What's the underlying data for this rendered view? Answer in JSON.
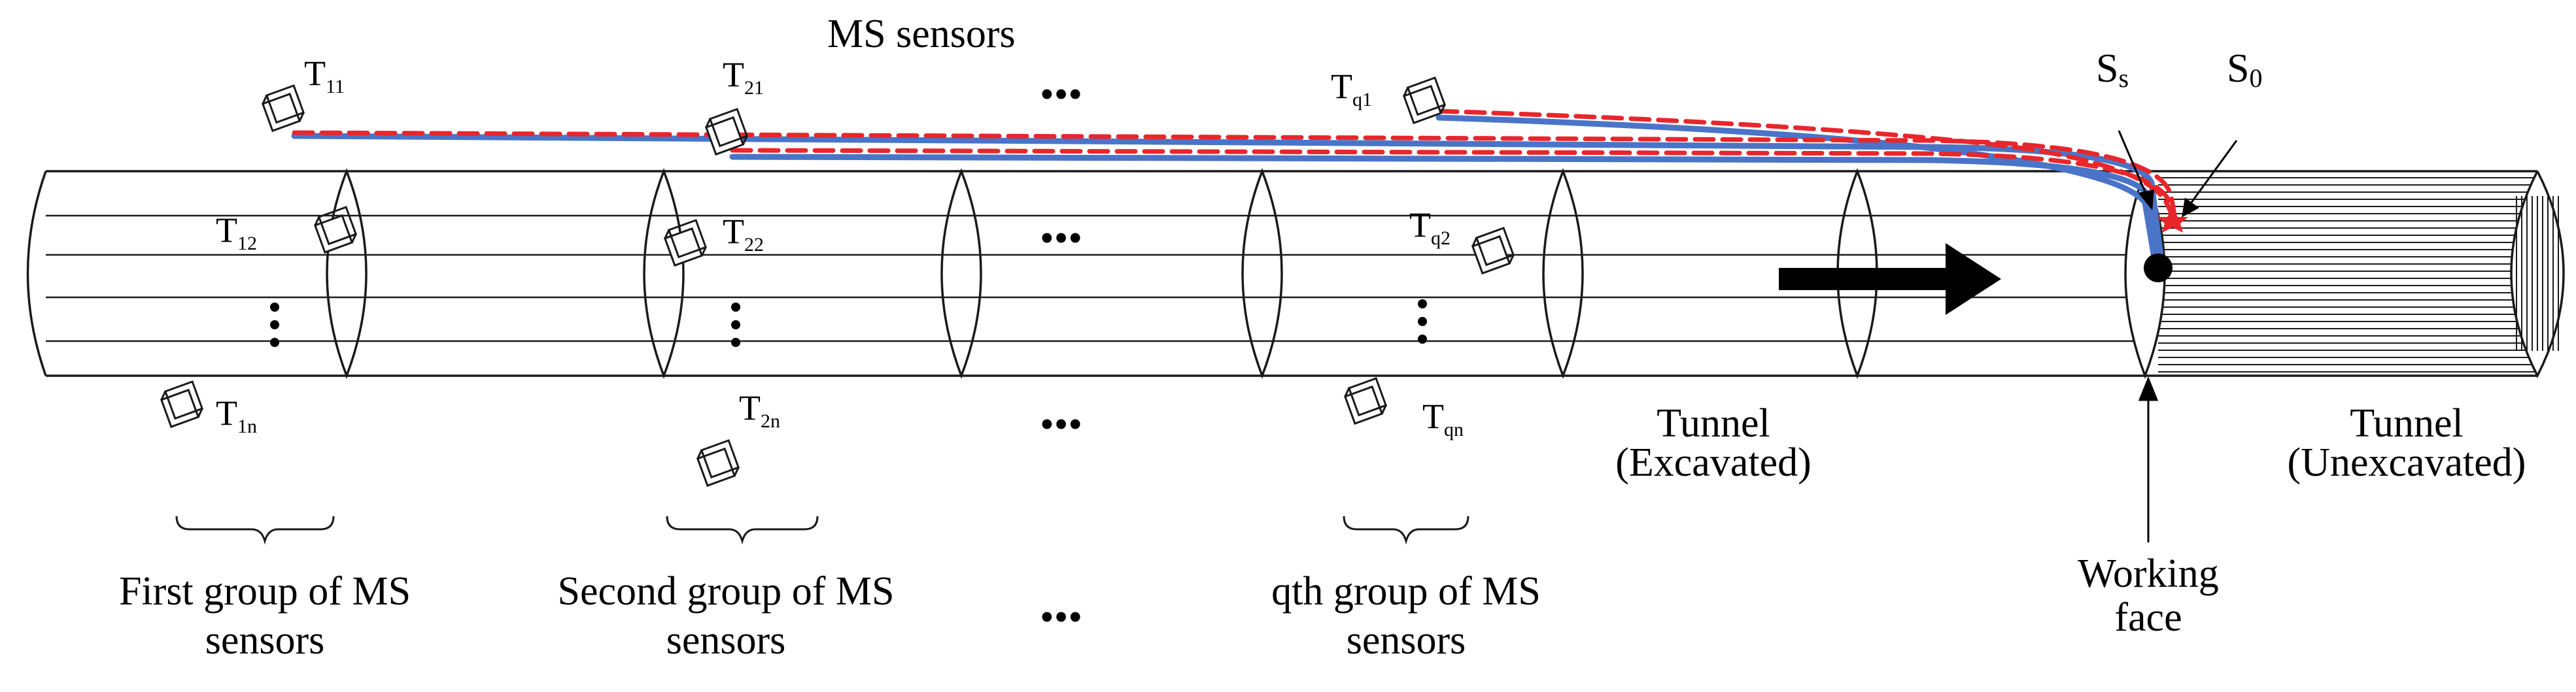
{
  "top_title": "MS  sensors",
  "ellipsis": "•••",
  "sensor_label_prefix": "T",
  "sensors": [
    {
      "sub": "11"
    },
    {
      "sub": "12"
    },
    {
      "sub": "1n"
    },
    {
      "sub": "21"
    },
    {
      "sub": "22"
    },
    {
      "sub": "2n"
    },
    {
      "sub": "q1"
    },
    {
      "sub": "q2"
    },
    {
      "sub": "qn"
    }
  ],
  "groups": [
    {
      "line1": "First  group of MS",
      "line2": "sensors"
    },
    {
      "line1": "Second group of MS",
      "line2": "sensors"
    },
    {
      "line1": "qth group of MS",
      "line2": "sensors"
    }
  ],
  "excavated": {
    "line1": "Tunnel",
    "line2": "(Excavated)"
  },
  "unexcavated": {
    "line1": "Tunnel",
    "line2": "(Unexcavated)"
  },
  "working_face": {
    "line1": "Working",
    "line2": "face"
  },
  "source_s": {
    "main": "S",
    "sub": "s"
  },
  "source_0": {
    "main": "S",
    "sub": "0"
  },
  "colors": {
    "ray_red": "#e8262b",
    "ray_blue": "#4a74c8",
    "outline": "#1a1a1a",
    "arrow": "#000000"
  }
}
